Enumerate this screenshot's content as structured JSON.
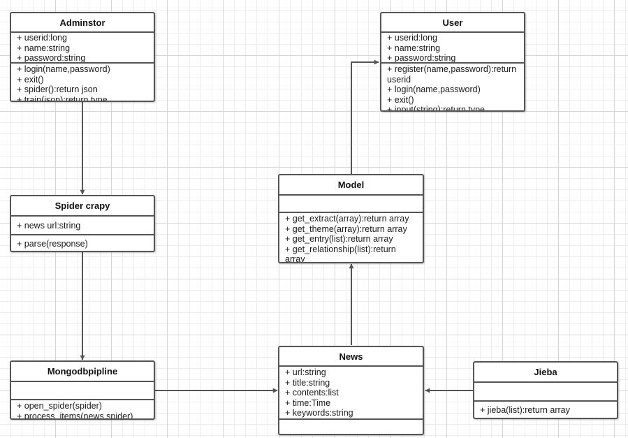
{
  "diagram": {
    "classes": {
      "adminstor": {
        "name": "Adminstor",
        "attributes": [
          "+ userid:long",
          "+ name:string",
          "+ password:string"
        ],
        "methods": [
          "+ login(name,password)",
          "+ exit()",
          "+ spider():return json",
          "+ train(json):return type"
        ]
      },
      "user": {
        "name": "User",
        "attributes": [
          "+ userid:long",
          "+ name:string",
          "+ password:string"
        ],
        "methods": [
          "+ register(name,password):return userid",
          "+ login(name,password)",
          "+ exit()",
          "+ input(string):return type"
        ]
      },
      "model": {
        "name": "Model",
        "attributes": [],
        "methods": [
          "+ get_extract(array):return array",
          "+ get_theme(array):return array",
          "+ get_entry(list):return array",
          "+ get_relationship(list):return array"
        ]
      },
      "spider": {
        "name": "Spider crapy",
        "attributes": [
          "+ news url:string"
        ],
        "methods": [
          "+ parse(response)"
        ]
      },
      "mongodb": {
        "name": "Mongodbpipline",
        "attributes": [],
        "methods": [
          "+ open_spider(spider)",
          "+ process_items(news,spider)"
        ]
      },
      "news": {
        "name": "News",
        "attributes": [
          "+ url:string",
          "+ title:string",
          "+ contents:list",
          "+ time:Time",
          "+ keywords:string"
        ],
        "methods": []
      },
      "jieba": {
        "name": "Jieba",
        "attributes": [],
        "methods": [
          "+ jieba(list):return array"
        ]
      }
    },
    "colors": {
      "border": "#555555",
      "arrow": "#555555",
      "grid": "#d6d6d6",
      "background": "#ffffff"
    }
  }
}
